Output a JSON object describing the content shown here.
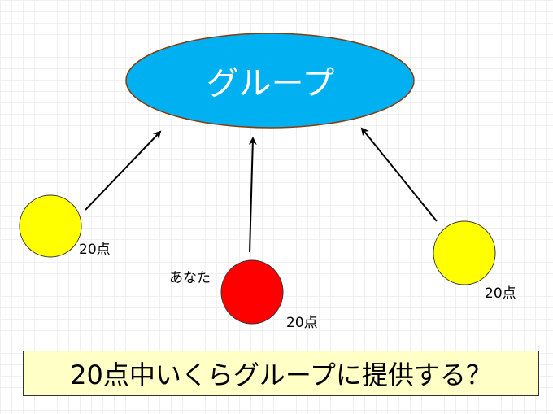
{
  "group": {
    "label": "グループ",
    "fill": "#00b0f0",
    "stroke": "#843c0c"
  },
  "members": [
    {
      "name": "",
      "points": "20点",
      "fill": "#ffff00"
    },
    {
      "name": "あなた",
      "points": "20点",
      "fill": "#ff0000"
    },
    {
      "name": "",
      "points": "20点",
      "fill": "#ffff00"
    }
  ],
  "question": "20点中いくらグループに提供する？"
}
